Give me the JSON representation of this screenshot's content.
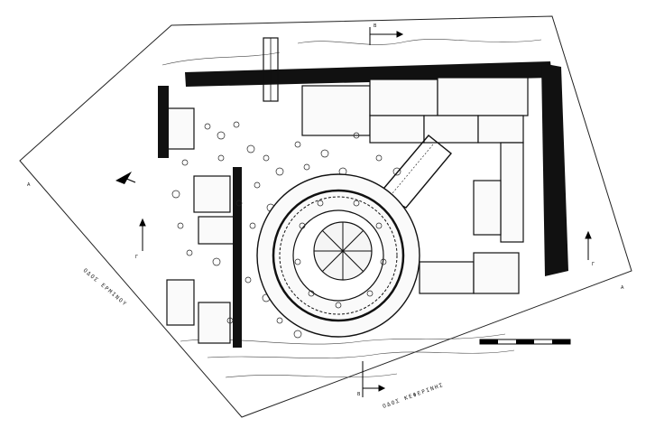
{
  "title": "",
  "street_labels": {
    "left": "ΟΔΟΣ ΕΡΜΙΝΟΥ",
    "bottom": "ΟΔΟΣ ΚΕΦΕΡΙΝΗΣ"
  },
  "section_marks": [
    "Β",
    "Β",
    "Γ",
    "Γ",
    "Α",
    "Α"
  ],
  "scale_bar": {
    "segments": 5
  },
  "icons": {
    "north": "north-arrow-icon",
    "section": "section-arrow-icon"
  }
}
